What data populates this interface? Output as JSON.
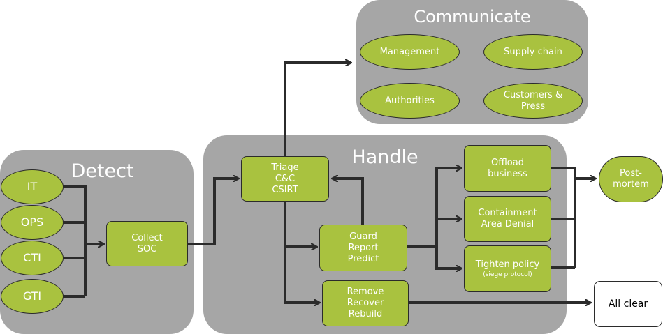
{
  "panels": {
    "detect": {
      "title": "Detect"
    },
    "handle": {
      "title": "Handle"
    },
    "communicate": {
      "title": "Communicate"
    }
  },
  "detect_sources": [
    "IT",
    "OPS",
    "CTI",
    "GTI"
  ],
  "collect": {
    "line1": "Collect",
    "line2": "SOC"
  },
  "triage": {
    "line1": "Triage",
    "line2": "C&C",
    "line3": "CSIRT"
  },
  "guard": {
    "line1": "Guard",
    "line2": "Report",
    "line3": "Predict"
  },
  "remove": {
    "line1": "Remove",
    "line2": "Recover",
    "line3": "Rebuild"
  },
  "offload": {
    "line1": "Offload",
    "line2": "business"
  },
  "containment": {
    "line1": "Containment",
    "line2": "Area Denial"
  },
  "tighten": {
    "line1": "Tighten policy",
    "line2": "(siege protocol)"
  },
  "postmortem": {
    "line1": "Post-",
    "line2": "mortem"
  },
  "allclear": {
    "label": "All clear"
  },
  "communicate_targets": {
    "management": "Management",
    "supply_chain": "Supply chain",
    "authorities": "Authorities",
    "customers_line1": "Customers &",
    "customers_line2": "Press"
  },
  "colors": {
    "panel": "#a6a6a6",
    "node": "#a9c23f",
    "arrow": "#2b2b2b"
  }
}
